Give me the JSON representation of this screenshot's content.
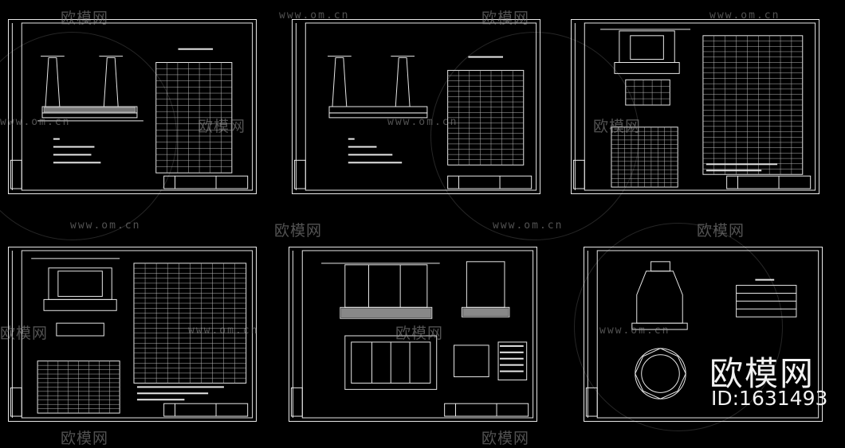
{
  "watermarks": {
    "logo_text": "欧模网",
    "url_text": "www.om.cn",
    "big_text": "欧模网",
    "id_text": "ID:1631493"
  },
  "sheets": [
    {
      "name": "sheet-1",
      "kind": "retaining-wall-section"
    },
    {
      "name": "sheet-2",
      "kind": "retaining-wall-section"
    },
    {
      "name": "sheet-3",
      "kind": "culvert-detail"
    },
    {
      "name": "sheet-4",
      "kind": "culvert-reinforcement"
    },
    {
      "name": "sheet-5",
      "kind": "septic-tank-plan"
    },
    {
      "name": "sheet-6",
      "kind": "manhole-detail"
    }
  ],
  "colors": {
    "line": "#e8e8e8",
    "background": "#000000",
    "watermark": "#969696"
  }
}
